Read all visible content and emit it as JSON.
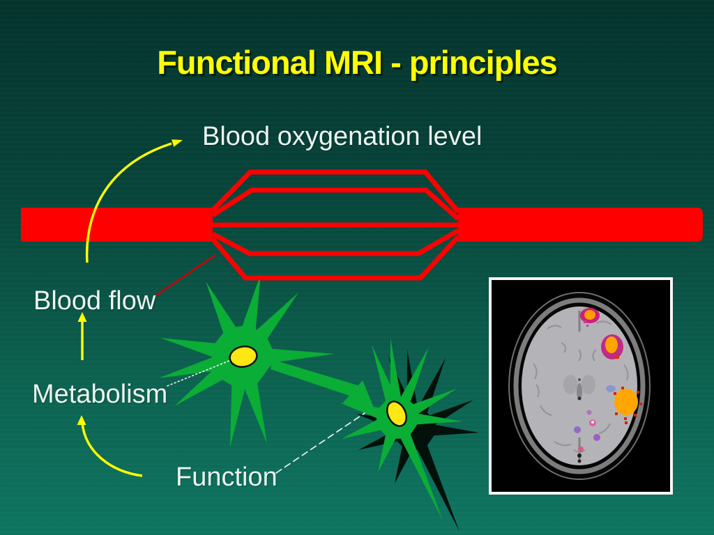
{
  "slide": {
    "title": "Functional MRI - principles",
    "labels": {
      "blood_oxygenation": "Blood oxygenation level",
      "blood_flow": "Blood flow",
      "metabolism": "Metabolism",
      "function": "Function"
    },
    "colors": {
      "background_top": "#04332c",
      "background_bottom": "#0e7561",
      "title_text": "#ffff00",
      "label_text": "#edf5f1",
      "vessel_red": "#ff0000",
      "thin_line_red": "#cf0000",
      "neuron_green": "#0aad35",
      "nucleus_yellow": "#ffe713",
      "arrow_yellow": "#ffff00",
      "dotted_line_white": "#e8f4ef"
    },
    "icons": {
      "vessel": "blood-vessel-capillary-diagram",
      "neuron_large": "neuron-cell",
      "neuron_small": "neuron-cell",
      "brain": "fmri-axial-brain-scan-with-activations",
      "arrows": "yellow-causal-arrows"
    }
  }
}
